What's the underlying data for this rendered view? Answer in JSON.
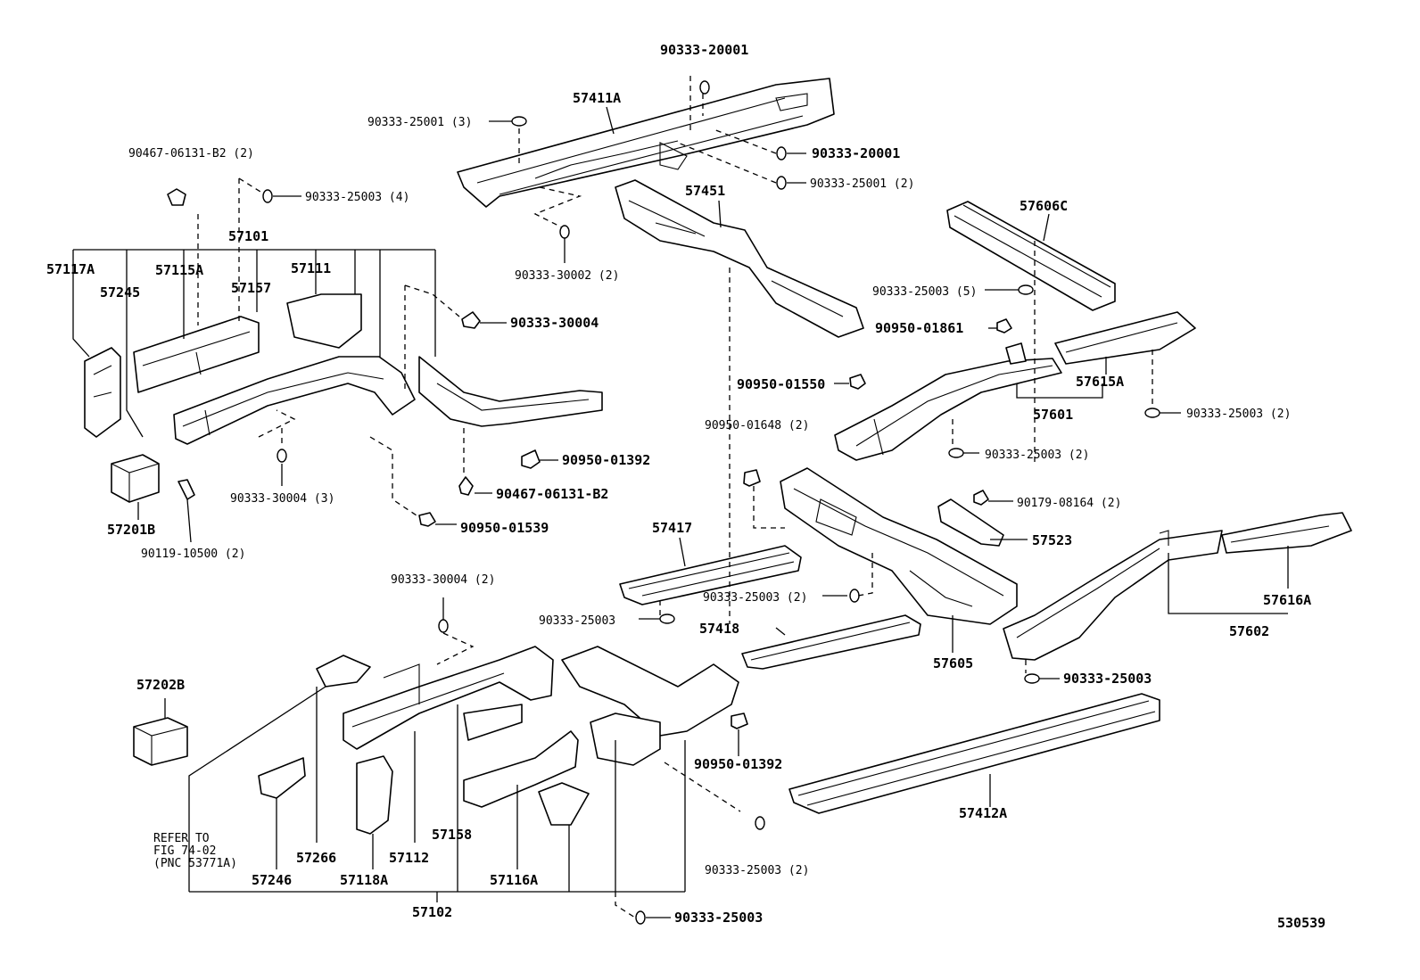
{
  "figure_id": "530539",
  "reference_note": [
    "REFER TO",
    "FIG 74-02",
    "(PNC 53771A)"
  ],
  "labels": {
    "p90333_20001_top": "90333-20001",
    "p57411A": "57411A",
    "p90333_25001_3": "90333-25001 (3)",
    "p90333_20001_right": "90333-20001",
    "p90333_25001_2": "90333-25001 (2)",
    "p90467_B2_2": "90467-06131-B2 (2)",
    "p90333_25003_4": "90333-25003 (4)",
    "p57451": "57451",
    "p57606C": "57606C",
    "p90333_30002_2": "90333-30002 (2)",
    "p57101": "57101",
    "p57117A": "57117A",
    "p57115A": "57115A",
    "p57111": "57111",
    "p57245": "57245",
    "p57157": "57157",
    "p90333_30004": "90333-30004",
    "p90333_25003_5": "90333-25003 (5)",
    "p90950_01861": "90950-01861",
    "p57615A": "57615A",
    "p90950_01550": "90950-01550",
    "p57601": "57601",
    "p90333_25003_2_r": "90333-25003 (2)",
    "p90950_01648_2": "90950-01648 (2)",
    "p90333_25003_2_mid": "90333-25003 (2)",
    "p90950_01392_a": "90950-01392",
    "p90333_30004_3": "90333-30004 (3)",
    "p90467_B2": "90467-06131-B2",
    "p57201B": "57201B",
    "p90179_08164_2": "90179-08164 (2)",
    "p90119_10500_2": "90119-10500 (2)",
    "p90950_01539": "90950-01539",
    "p57417": "57417",
    "p57523": "57523",
    "p90333_30004_2": "90333-30004 (2)",
    "p90333_25003_2_c": "90333-25003 (2)",
    "p57616A": "57616A",
    "p90333_25003_a": "90333-25003",
    "p57418": "57418",
    "p57602": "57602",
    "p57605": "57605",
    "p57202B": "57202B",
    "p90333_25003_b": "90333-25003",
    "p90950_01392_b": "90950-01392",
    "p57412A": "57412A",
    "p57158": "57158",
    "p57266": "57266",
    "p57112": "57112",
    "p90333_25003_2_bot": "90333-25003 (2)",
    "p57246": "57246",
    "p57118A": "57118A",
    "p57116A": "57116A",
    "p57102": "57102",
    "p90333_25003_c": "90333-25003"
  }
}
